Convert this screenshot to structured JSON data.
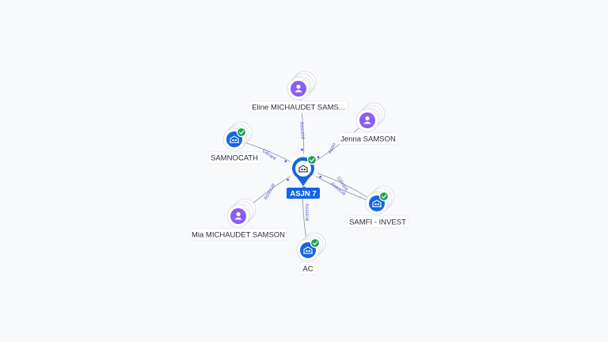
{
  "center": {
    "label": "ASJN 7",
    "kind": "company",
    "verified": true
  },
  "nodes": [
    {
      "id": "eline",
      "label": "Eline MICHAUDET SAMS...",
      "kind": "person",
      "verified": false,
      "edge": "Associé"
    },
    {
      "id": "jenna",
      "label": "Jenna SAMSON",
      "kind": "person",
      "verified": false,
      "edge": "Asso"
    },
    {
      "id": "samnocath",
      "label": "SAMNOCATH",
      "kind": "company",
      "verified": true,
      "edge": "Gérant"
    },
    {
      "id": "samfi",
      "label": "SAMFI - INVEST",
      "kind": "company",
      "verified": true,
      "edge": "Gérant",
      "edge2": "Associé"
    },
    {
      "id": "mia",
      "label": "Mia MICHAUDET SAMSON",
      "kind": "person",
      "verified": false,
      "edge": "Associé"
    },
    {
      "id": "ac",
      "label": "AC",
      "kind": "company",
      "verified": true,
      "edge": "Associé"
    }
  ],
  "colors": {
    "person": "#8b5cf6",
    "company": "#1565e6",
    "verified": "#1e9e55",
    "edge_line": "#8c91a0",
    "edge_label": "#5b63d6"
  },
  "icons": {
    "person": "user-icon",
    "company": "building-icon",
    "verified": "check-badge-icon"
  }
}
